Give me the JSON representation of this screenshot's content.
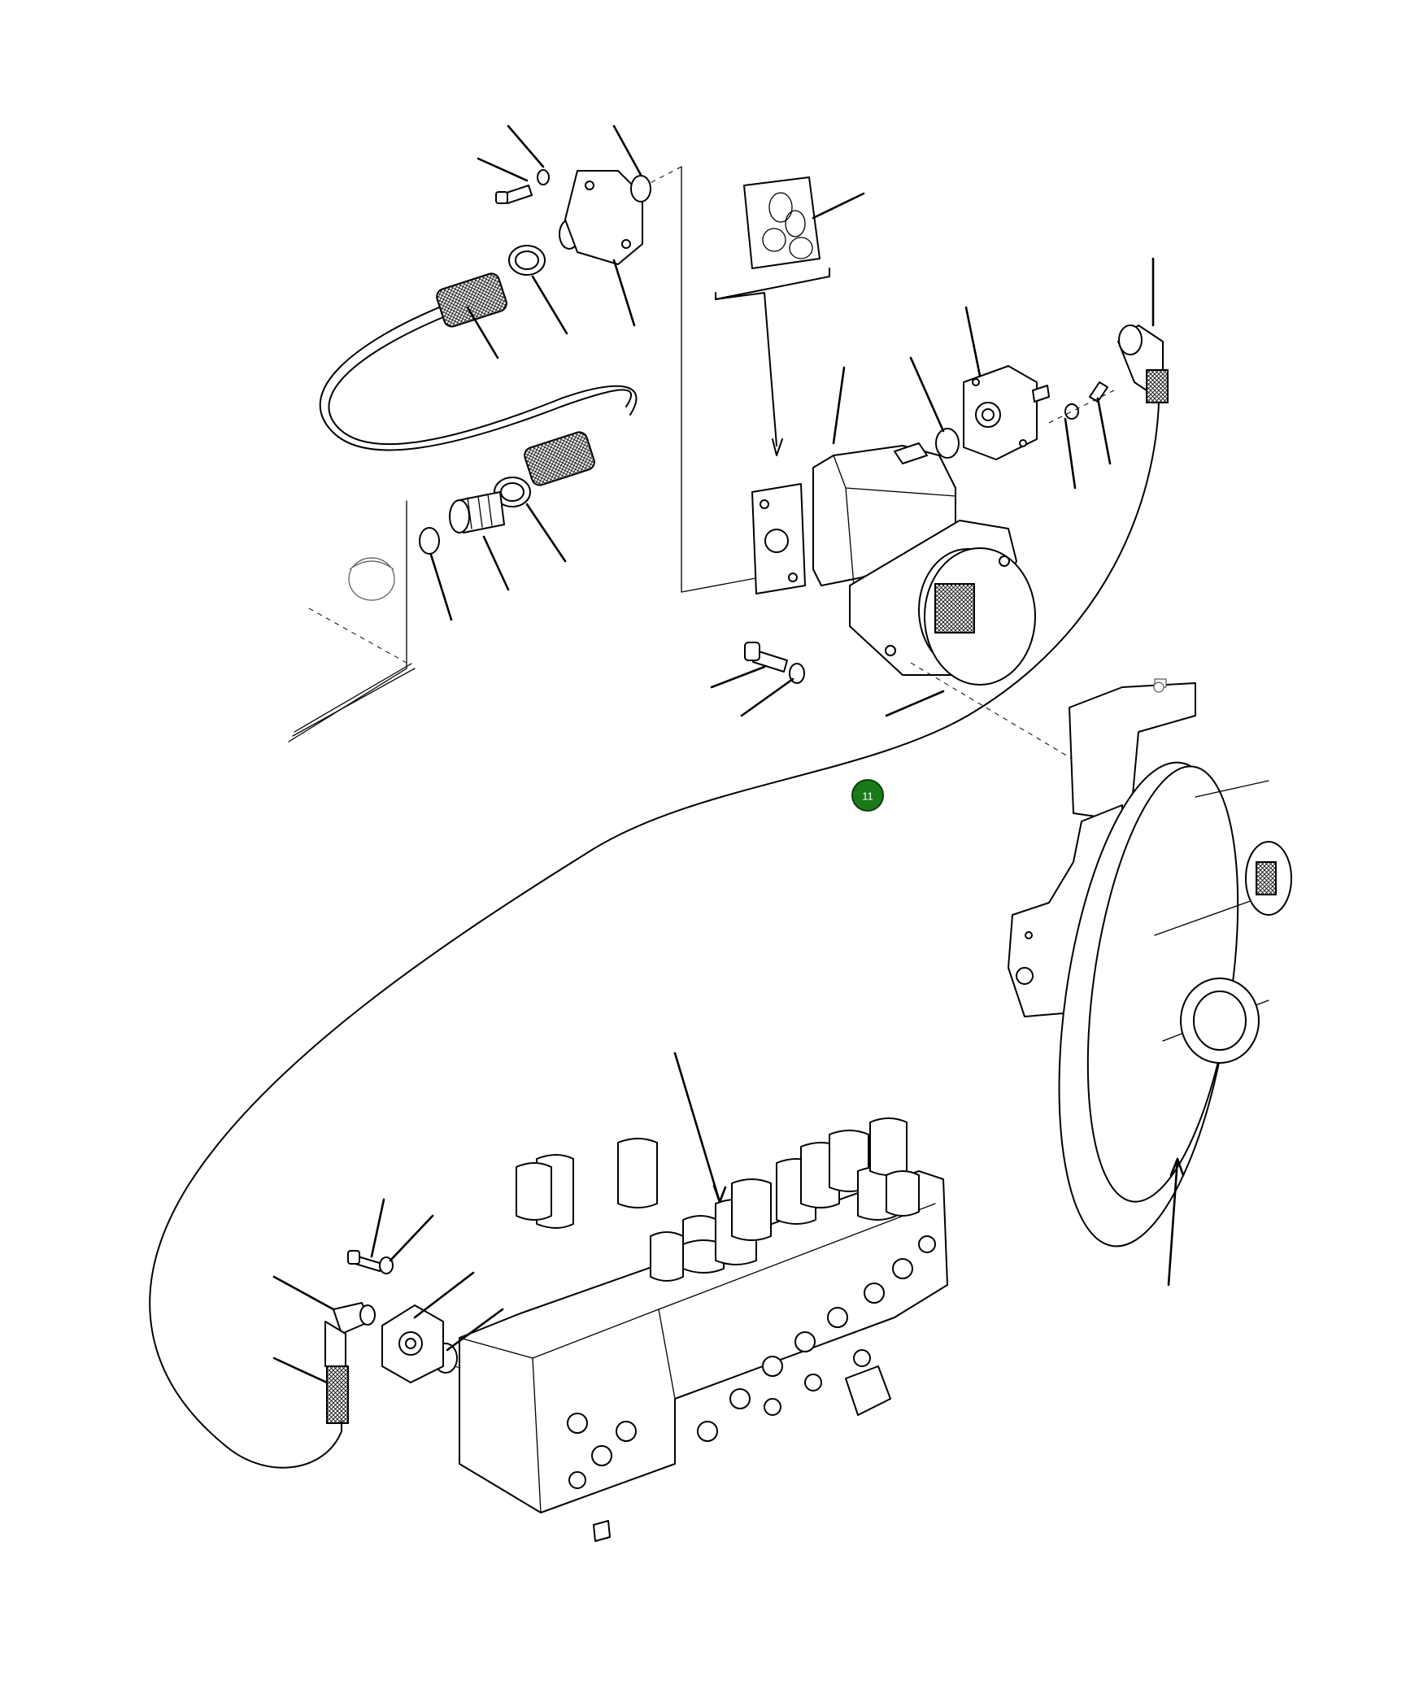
{
  "callouts": [
    {
      "label": "11",
      "color": "#1a7a1a"
    }
  ],
  "parts": [
    "suction-hose",
    "hose-clamp",
    "suction-fitting",
    "o-ring",
    "gear-pump",
    "seal-kit",
    "pressure-flange",
    "elbow-fitting",
    "pressure-hose",
    "control-valve",
    "engine-flywheel-housing",
    "hydraulic-tank"
  ],
  "colors": {
    "line": "#000000",
    "background": "#ffffff",
    "callout": "#1a7a1a"
  }
}
